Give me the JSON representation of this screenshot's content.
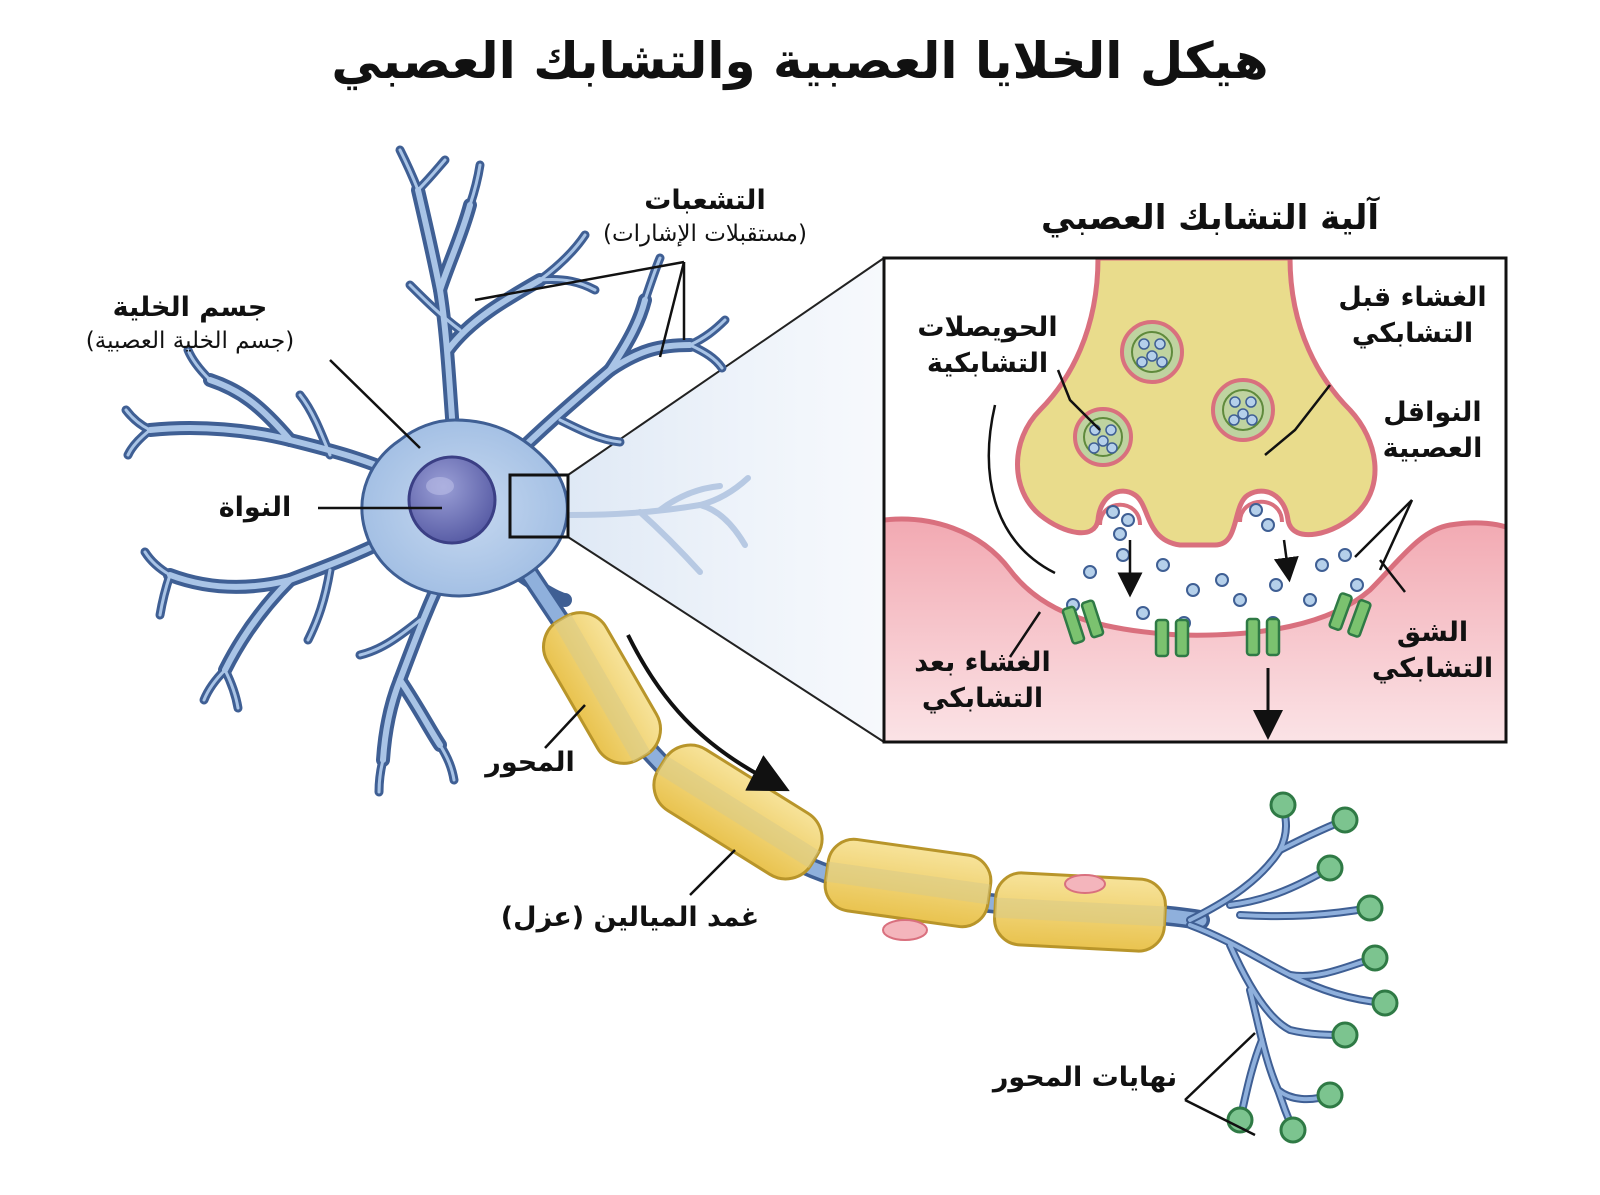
{
  "title": "هيكل الخلايا العصبية والتشابك العصبي",
  "labels": {
    "dendrites": "التشعبات",
    "dendrites_sub": "(مستقبلات الإشارات)",
    "cell_body": "جسم الخلية",
    "cell_body_sub": "(جسم الخلية العصبية)",
    "nucleus": "النواة",
    "axon": "المحور",
    "myelin": "غمد الميالين (عزل)",
    "axon_terminals": "نهايات المحور"
  },
  "synapse": {
    "title": "آلية التشابك العصبي",
    "presynaptic_membrane": "الغشاء قبل التشابكي",
    "vesicles": "الحويصلات التشابكية",
    "neurotransmitters": "النواقل العصبية",
    "cleft": "الشق التشابكي",
    "postsynaptic_membrane": "الغشاء بعد التشابكي"
  },
  "colors": {
    "neuron_fill": "#a9c4e6",
    "neuron_stroke": "#3f5f94",
    "nucleus": "#6f73b8",
    "myelin": "#f3d67a",
    "terminal_knob": "#7cc48f",
    "presynaptic": "#e9dc8c",
    "postsynaptic": "#f4b5bc",
    "membrane": "#d9707e",
    "receptor": "#7bc26f"
  }
}
